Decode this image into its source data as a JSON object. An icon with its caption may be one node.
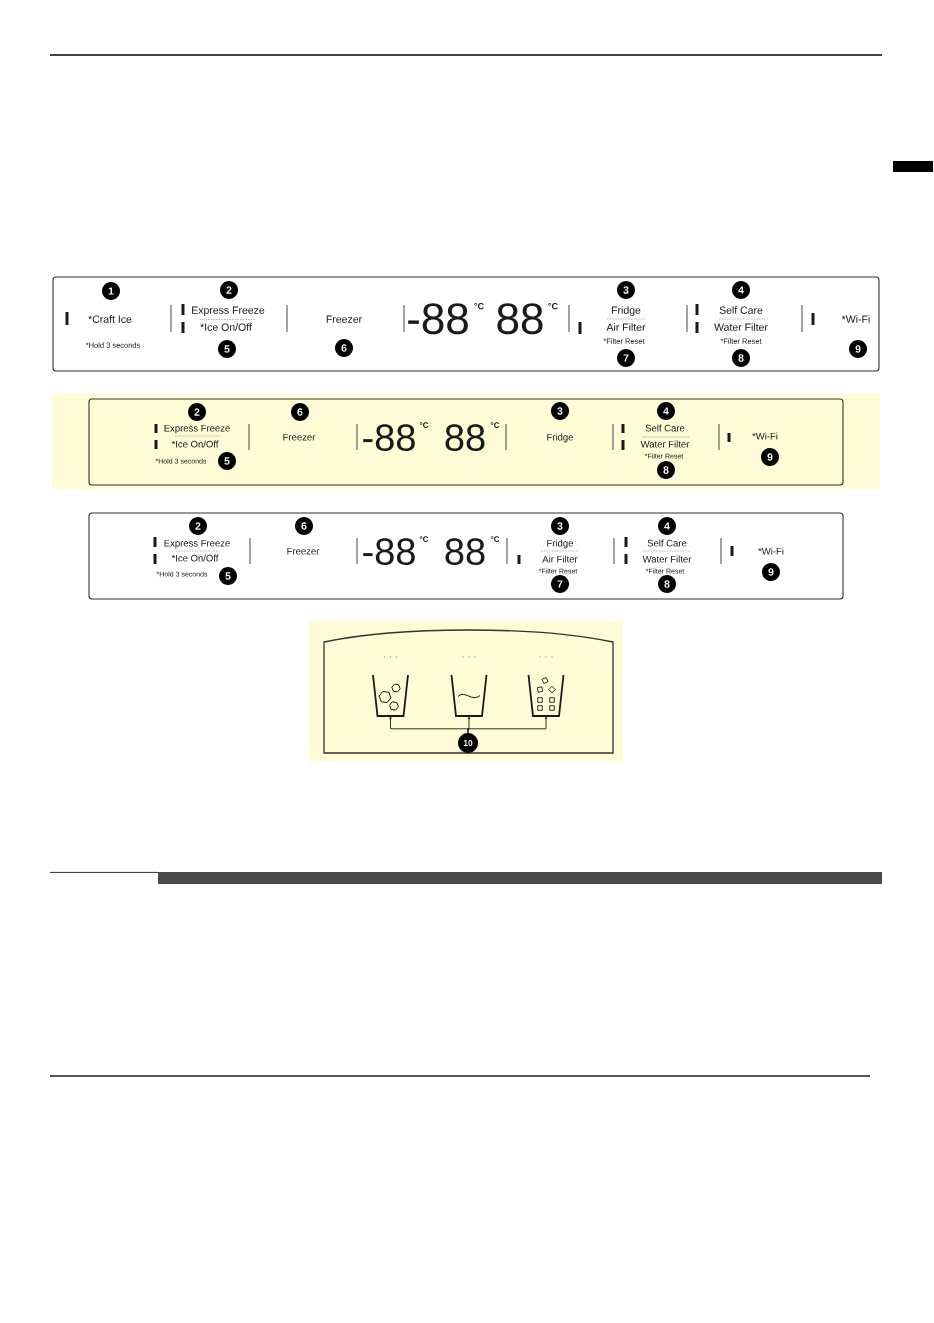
{
  "diagram": {
    "nodes": [
      {
        "text": [
          "*Craft Ice",
          "*Hold 3 seconds",
          "Express Freeze",
          "*Ice On/Off",
          "Freezer",
          "-88",
          "°C",
          "88",
          "°C",
          "Fridge",
          "Air Filter",
          "*Filter Reset",
          "Self Care",
          "Water Filter",
          "*Filter Reset",
          "*Wi-Fi"
        ]
      },
      {
        "text": [
          "1"
        ],
        "in": 0
      },
      {
        "text": [
          "2"
        ],
        "in": 0
      },
      {
        "text": [
          "3"
        ],
        "in": 0
      },
      {
        "text": [
          "4"
        ],
        "in": 0
      },
      {
        "text": [
          "5"
        ],
        "in": 0
      },
      {
        "text": [
          "6"
        ],
        "in": 0
      },
      {
        "text": [
          "7"
        ],
        "in": 0
      },
      {
        "text": [
          "8"
        ],
        "in": 0
      },
      {
        "text": [
          "9"
        ],
        "in": 0
      },
      {
        "text": [],
        "shape": "box"
      },
      {
        "text": [
          "Express Freeze",
          "*Ice On/Off",
          "*Hold 3 seconds",
          "Freezer",
          "-88",
          "°C",
          "88",
          "°C",
          "Fridge",
          "Self Care",
          "Water Filter",
          "*Filter Reset",
          "*Wi-Fi"
        ],
        "in": 10
      },
      {
        "text": [
          "2"
        ],
        "in": 11
      },
      {
        "text": [
          "3"
        ],
        "in": 11
      },
      {
        "text": [
          "4"
        ],
        "in": 11
      },
      {
        "text": [
          "5"
        ],
        "in": 11
      },
      {
        "text": [
          "6"
        ],
        "in": 11
      },
      {
        "text": [
          "8"
        ],
        "in": 11
      },
      {
        "text": [
          "9"
        ],
        "in": 11
      },
      {
        "text": [
          "Express Freeze",
          "*Ice On/Off",
          "*Hold 3 seconds",
          "Freezer",
          "-88",
          "°C",
          "88",
          "°C",
          "Fridge",
          "Air Filter",
          "*Filter Reset",
          "Self Care",
          "Water Filter",
          "*Filter Reset",
          "*Wi-Fi"
        ]
      },
      {
        "text": [
          "2"
        ],
        "in": 19
      },
      {
        "text": [
          "3"
        ],
        "in": 19
      },
      {
        "text": [
          "4"
        ],
        "in": 19
      },
      {
        "text": [
          "5"
        ],
        "in": 19
      },
      {
        "text": [
          "6"
        ],
        "in": 19
      },
      {
        "text": [
          "7"
        ],
        "in": 19
      },
      {
        "text": [
          "8"
        ],
        "in": 19
      },
      {
        "text": [
          "9"
        ],
        "in": 19
      },
      {
        "text": [],
        "shape": "box"
      },
      {
        "text": [],
        "shape": "box",
        "in": 28
      },
      {
        "text": [],
        "shape": "picture",
        "in": 29
      },
      {
        "text": [],
        "shape": "picture",
        "in": 29
      },
      {
        "text": [],
        "shape": "picture",
        "in": 29
      },
      {
        "text": [
          "10"
        ],
        "in": 29
      }
    ],
    "edges": [
      {
        "from": 33,
        "to": 30,
        "arrow": "to"
      },
      {
        "from": 33,
        "to": 31,
        "arrow": "to"
      },
      {
        "from": 33,
        "to": 32,
        "arrow": "to"
      }
    ]
  }
}
